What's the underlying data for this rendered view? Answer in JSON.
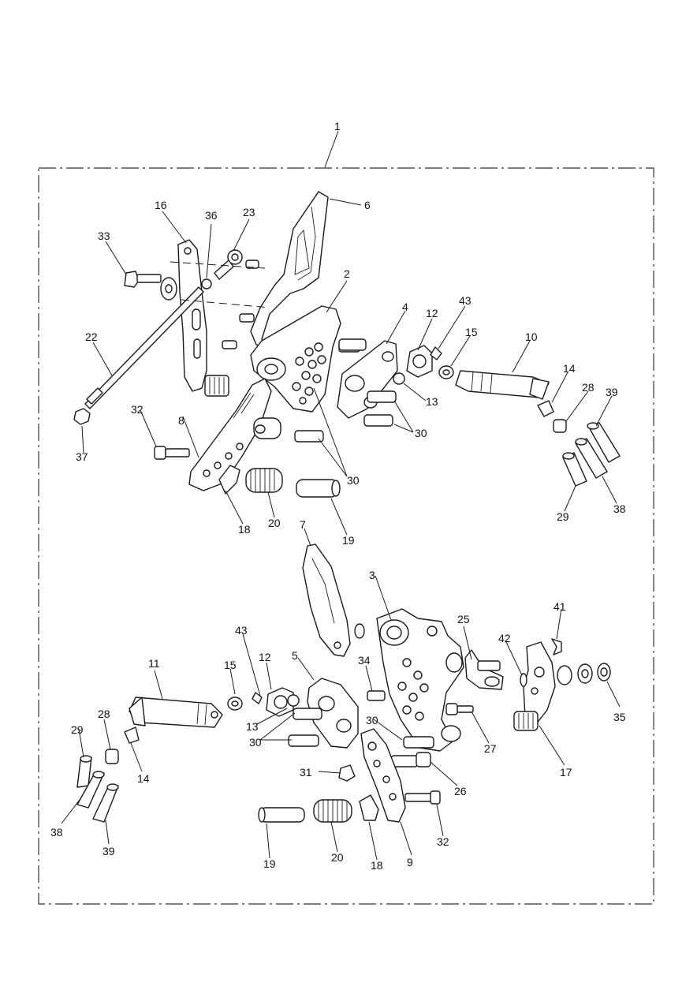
{
  "colors": {
    "line": "#1a1a1a",
    "background": "#ffffff"
  },
  "callouts": {
    "c1": "1",
    "c6": "6",
    "c16": "16",
    "c36": "36",
    "c23": "23",
    "c33": "33",
    "c2": "2",
    "c43a": "43",
    "c4": "4",
    "c12a": "12",
    "c15a": "15",
    "c10": "10",
    "c22": "22",
    "c14a": "14",
    "c28a": "28",
    "c39a": "39",
    "c13a": "13",
    "c30a": "30",
    "c32a": "32",
    "c8": "8",
    "c30b": "30",
    "c37": "37",
    "c18a": "18",
    "c20a": "20",
    "c19a": "19",
    "c29a": "29",
    "c38a": "38",
    "c7": "7",
    "c3": "3",
    "c41": "41",
    "c25": "25",
    "c42": "42",
    "c43b": "43",
    "c11": "11",
    "c15b": "15",
    "c12b": "12",
    "c5": "5",
    "c34": "34",
    "c35": "35",
    "c13b": "13",
    "c30c": "30",
    "c28b": "28",
    "c29b": "29",
    "c30d": "30",
    "c27": "27",
    "c14b": "14",
    "c17": "17",
    "c31": "31",
    "c26": "26",
    "c38b": "38",
    "c32b": "32",
    "c39b": "39",
    "c19b": "19",
    "c20b": "20",
    "c18b": "18",
    "c9": "9"
  }
}
